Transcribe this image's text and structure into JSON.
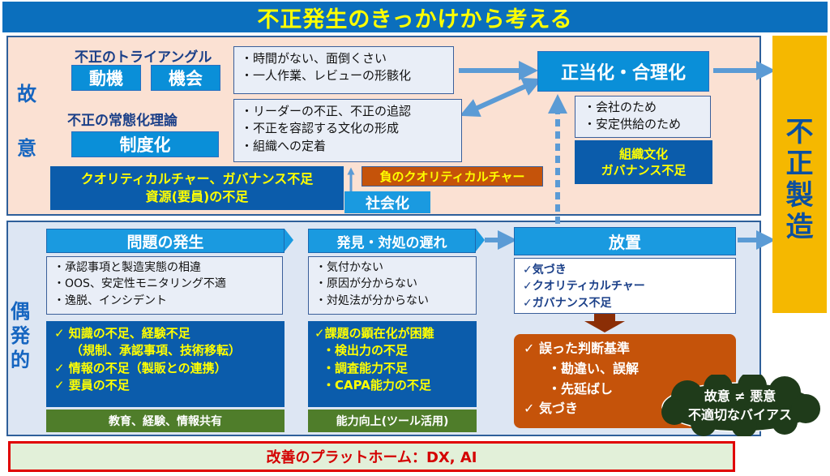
{
  "title": "不正発生のきっかけから考える",
  "side": {
    "intentional": [
      "故",
      "意"
    ],
    "accidental": [
      "偶",
      "発",
      "的"
    ]
  },
  "top": {
    "triangle_label": "不正のトライアングル",
    "motive": "動機",
    "opportunity": "機会",
    "normalization_label": "不正の常態化理論",
    "institutionalization": "制度化",
    "box1": [
      "・時間がない、面倒くさい",
      "・一人作業、レビューの形骸化"
    ],
    "box2": [
      "・リーダーの不正、不正の追認",
      "・不正を容認する文化の形成",
      "・組織への定着"
    ],
    "culture_box": [
      "クオリティカルチャー、ガバナンス不足",
      "資源(要員)の不足"
    ],
    "negative_culture": "負のクオリティカルチャー",
    "socialization": "社会化",
    "justification": "正当化・合理化",
    "reason_box": [
      "・会社のため",
      "・安定供給のため"
    ],
    "org_box": [
      "組織文化",
      "ガバナンス不足"
    ]
  },
  "fraud": [
    "不",
    "正",
    "製",
    "造"
  ],
  "bottom": {
    "problem_header": "問題の発生",
    "problem_items": [
      "・承認事項と製造実態の相違",
      "・OOS、安定性モニタリング不適",
      "・逸脱、インシデント"
    ],
    "problem_causes": [
      "✓ 知識の不足、経験不足",
      "（規制、承認事項、技術移転）",
      "✓ 情報の不足（製販との連携）",
      "✓ 要員の不足"
    ],
    "problem_footer": "教育、経験、情報共有",
    "delay_header": "発見・対処の遅れ",
    "delay_items": [
      "・気付かない",
      "・原因が分からない",
      "・対処法が分からない"
    ],
    "delay_causes": [
      "✓課題の顕在化が困難",
      "・検出力の不足",
      "・調査能力不足",
      "・CAPA能力の不足"
    ],
    "delay_footer": "能力向上(ツール活用)",
    "neglect_header": "放置",
    "neglect_items": [
      "✓気づき",
      "✓クオリティカルチャー",
      "✓ガバナンス不足"
    ],
    "judgment": [
      "✓ 誤った判断基準",
      "・勘違い、誤解",
      "・先延ばし",
      "✓ 気づき"
    ],
    "cloud": [
      "故意 ≠ 悪意",
      "不適切なバイアス"
    ]
  },
  "platform": "改善のプラットホーム：DX, AI",
  "colors": {
    "title_bg": "#0b6fbd",
    "title_text": "#ffff00",
    "intentional_bg": "#fbe1d3",
    "accidental_bg": "#dde6f3",
    "fraud_bg": "#f5b800",
    "arrow": "#5b9bd5",
    "orange": "#c5530a",
    "cloud": "#1f3b1a",
    "platform_border": "#e00000"
  }
}
